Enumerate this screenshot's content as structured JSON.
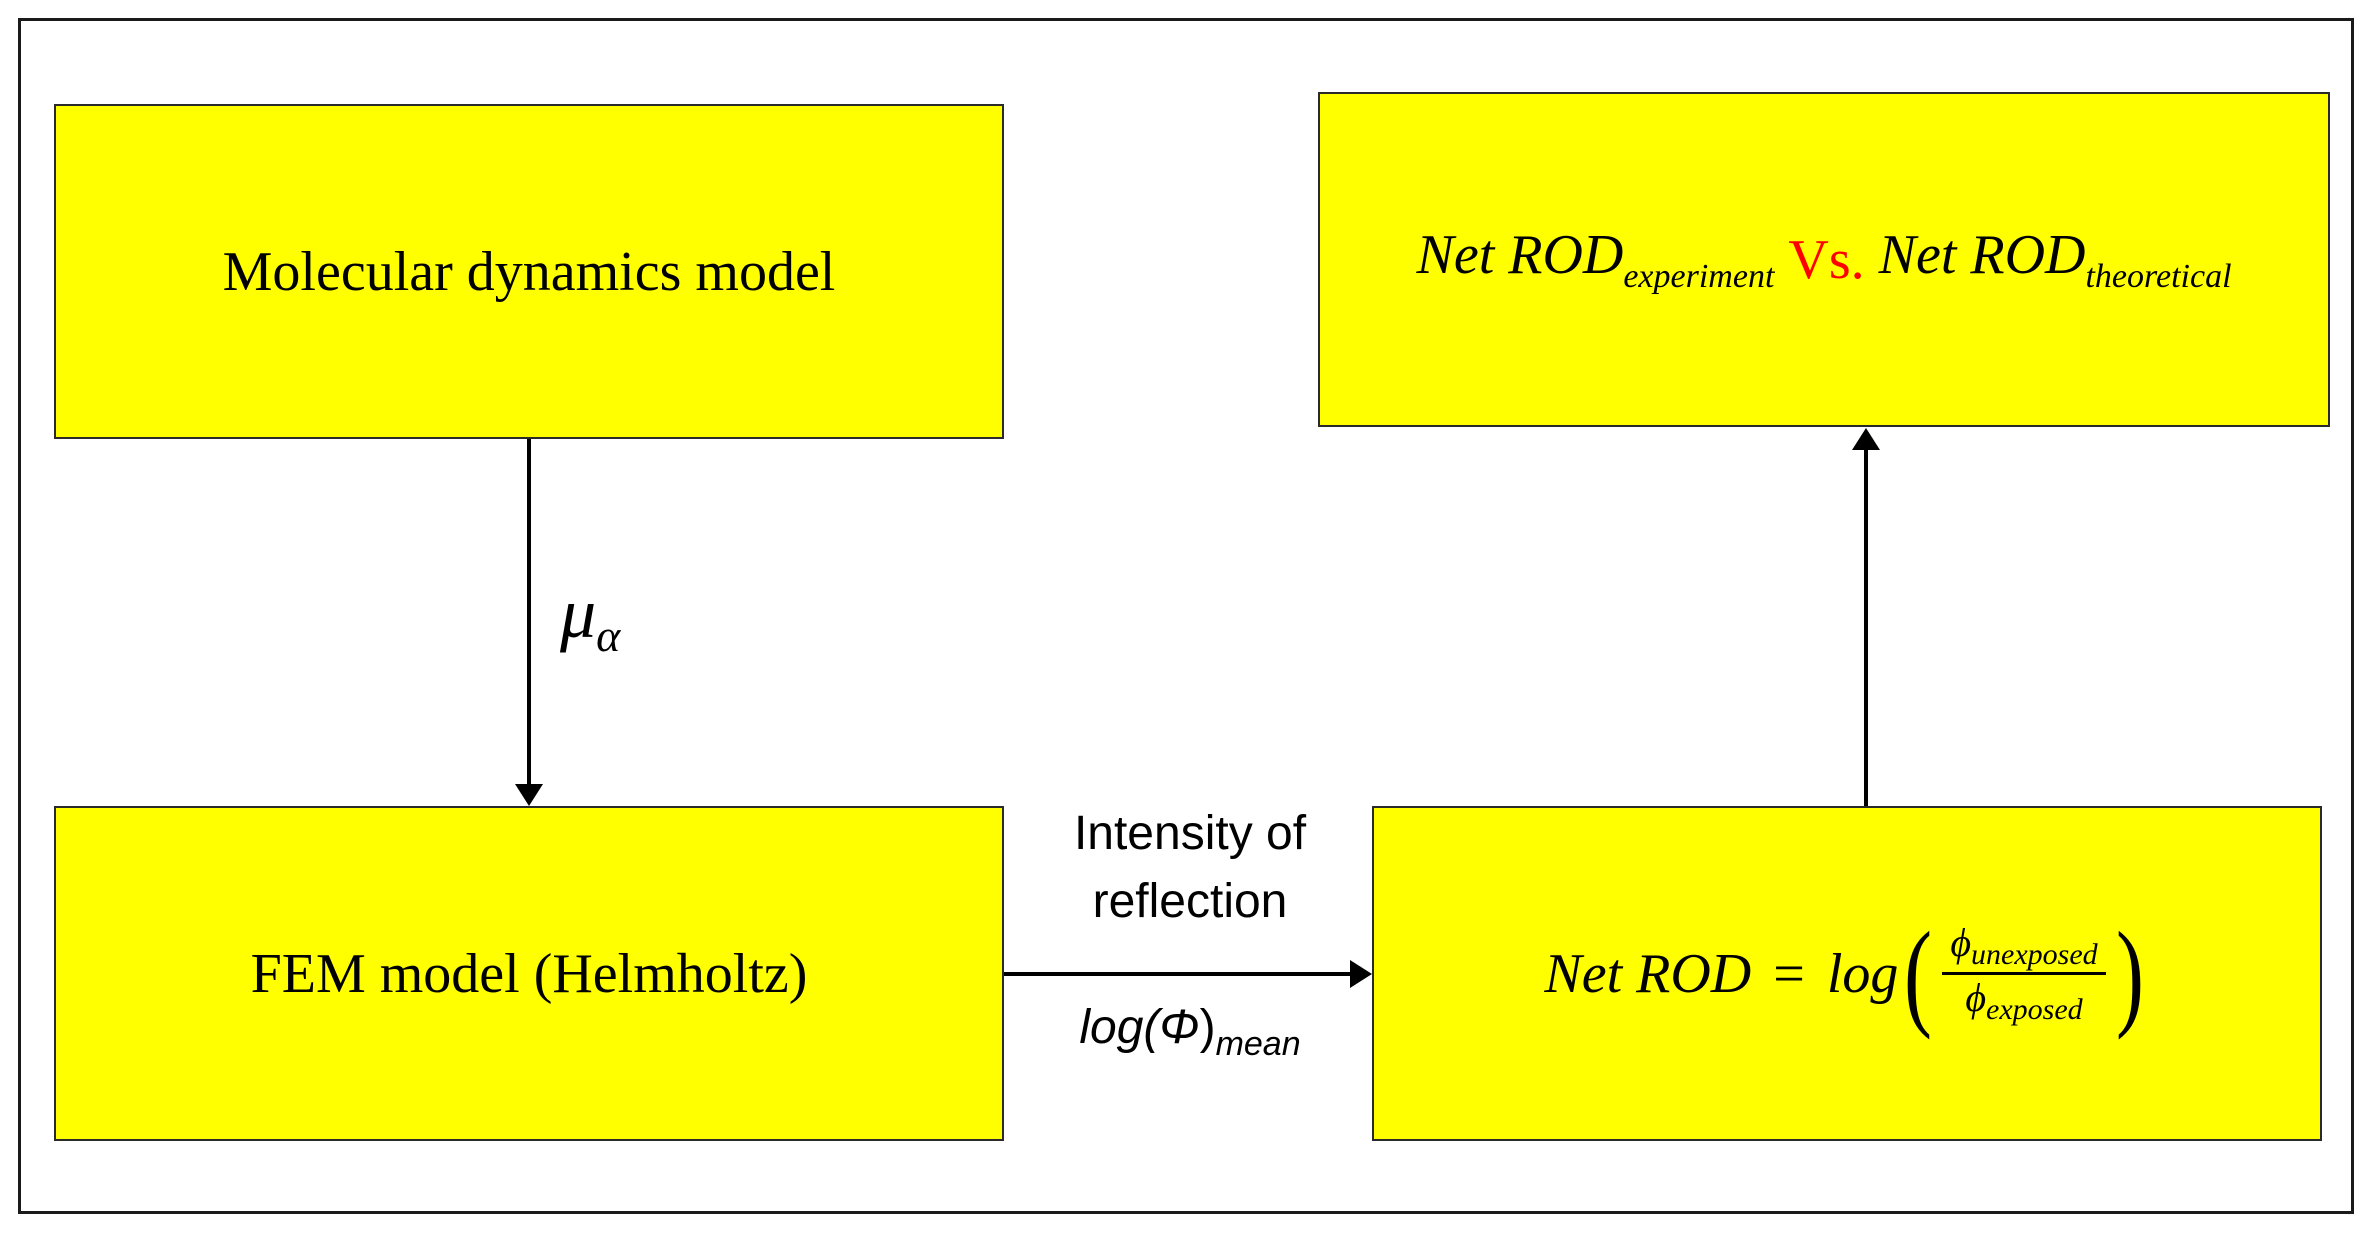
{
  "nodes": {
    "md": {
      "label": "Molecular dynamics model"
    },
    "fem": {
      "label": "FEM model (Helmholtz)"
    },
    "net_rod": {
      "lhs": "Net ROD",
      "equals": "=",
      "fn": "log",
      "numerator_symbol": "ϕ",
      "numerator_sub": "unexposed",
      "denominator_symbol": "ϕ",
      "denominator_sub": "exposed"
    },
    "compare": {
      "left": "Net ROD",
      "left_sub": "experiment",
      "vs": "Vs.",
      "right": "Net ROD",
      "right_sub": "theoretical",
      "vs_color": "#ff0000"
    }
  },
  "edges": {
    "md_to_fem": {
      "symbol": "μ",
      "sub": "α"
    },
    "fem_to_netrod": {
      "label_line1": "Intensity of",
      "label_line2": "reflection",
      "log_fn": "log(",
      "log_symbol": "Φ",
      "log_close": ")",
      "log_sub": "mean"
    },
    "netrod_to_compare": {}
  },
  "colors": {
    "box_fill": "#ffff00",
    "arrow": "#000000"
  }
}
